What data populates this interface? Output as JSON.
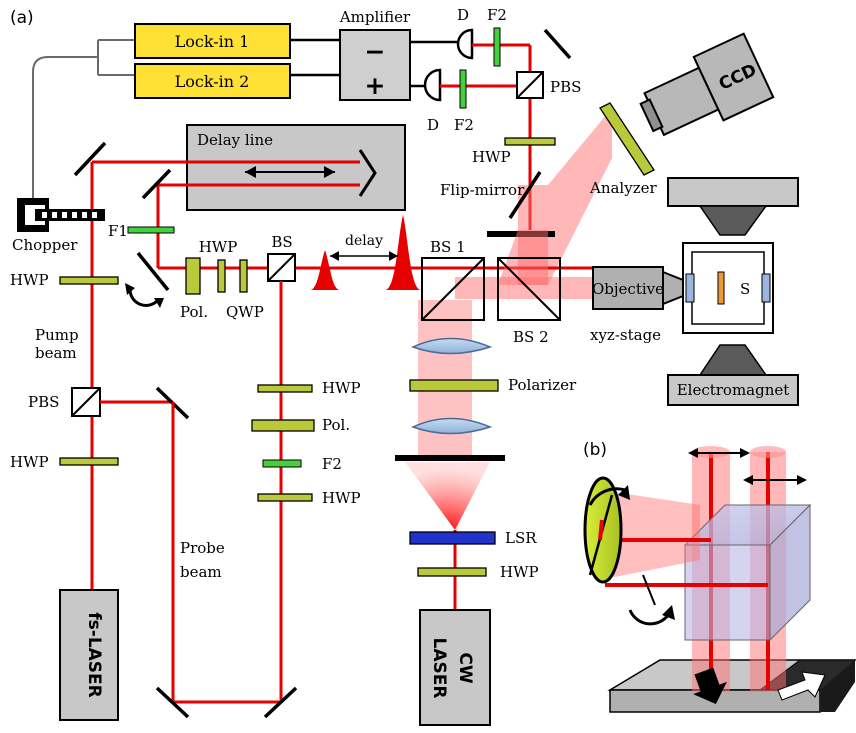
{
  "panels": {
    "a": "(a)",
    "b": "(b)"
  },
  "boxes": {
    "lockin1": "Lock-in 1",
    "lockin2": "Lock-in 2",
    "delay_line": "Delay line",
    "objective": "Objective",
    "electromagnet": "Electromagnet",
    "ccd": "CCD",
    "fs_laser": "fs-LASER",
    "cw_laser_1": "CW",
    "cw_laser_2": "LASER",
    "amp_minus": "−",
    "amp_plus": "+"
  },
  "labels": {
    "amplifier": "Amplifier",
    "d_top": "D",
    "d_bottom": "D",
    "f2_top": "F2",
    "f2_bottom": "F2",
    "pbs_top": "PBS",
    "hwp_top": "HWP",
    "flip_mirror": "Flip-mirror",
    "analyzer": "Analyzer",
    "chopper": "Chopper",
    "f1": "F1",
    "hwp_left_1": "HWP",
    "hwp_mid": "HWP",
    "bs": "BS",
    "delay": "delay",
    "bs1": "BS 1",
    "bs2": "BS 2",
    "xyz_stage": "xyz-stage",
    "sample": "S",
    "pol": "Pol.",
    "qwp": "QWP",
    "pump_1": "Pump",
    "pump_2": "beam",
    "pbs_left": "PBS",
    "hwp_left_2": "HWP",
    "polarizer": "Polarizer",
    "hwp_col_1": "HWP",
    "pol_col": "Pol.",
    "f2_col": "F2",
    "hwp_col_2": "HWP",
    "probe_1": "Probe",
    "probe_2": "beam",
    "lsr": "LSR",
    "hwp_cw": "HWP"
  },
  "colors": {
    "beam": "#e60000",
    "lockin": "#ffe135",
    "olive_element": "#b9c93a",
    "green_filter": "#43d13d",
    "lsr": "#2233cc",
    "gray_box": "#c8c8c8",
    "dark_gray": "#5a5a5a"
  }
}
